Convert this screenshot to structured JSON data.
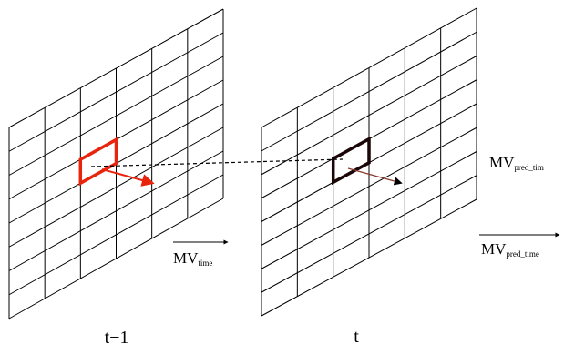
{
  "frames": {
    "previous": {
      "label": "t−1",
      "rows": 8,
      "cols": 6,
      "block_row": 3,
      "block_col": 2,
      "block_color": "#e8240c"
    },
    "current": {
      "label": "t",
      "rows": 8,
      "cols": 6,
      "block_row": 3,
      "block_col": 2,
      "block_color": "#1a0608"
    }
  },
  "labels": {
    "mv_time_main": "MV",
    "mv_time_sub": "time",
    "mv_pred_top_main": "MV",
    "mv_pred_top_sub": "pred_tim",
    "mv_pred_bottom_main": "MV",
    "mv_pred_bottom_sub": "pred_time"
  },
  "colors": {
    "grid": "#000000",
    "arrow_red": "#e8240c",
    "arrow_black": "#000000",
    "thin_arrow": "#8b3a2e",
    "dashed_line": "#000000"
  }
}
